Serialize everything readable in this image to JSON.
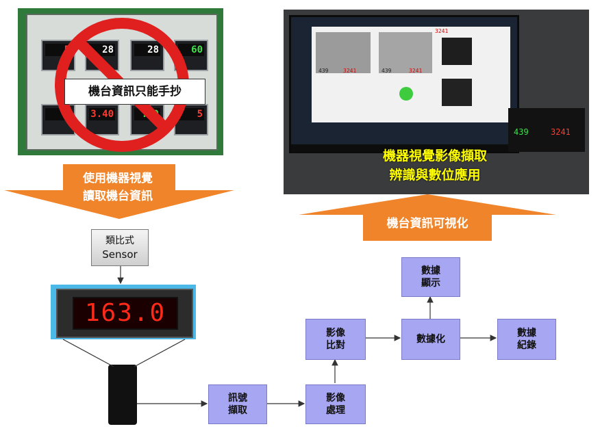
{
  "banners": {
    "no_handwrite": "機台資訊只能手抄",
    "use_vision": [
      "使用機器視覺",
      "讀取機台資訊"
    ],
    "visualize": "機台資訊可視化",
    "vision_capture": [
      "機器視覺影像擷取",
      "辨識與數位應用"
    ]
  },
  "sensor": {
    "line1": "類比式",
    "line2": "Sensor"
  },
  "lcd_reading": "163.0",
  "panel_readings": {
    "r1": "28",
    "r2": "28",
    "r3": "60",
    "r4": "3.40",
    "r5": ":00",
    "r6": "5"
  },
  "monitor_readings": {
    "a": "439",
    "b": "3241",
    "c": "439",
    "d": "3241",
    "e": "3241"
  },
  "meter_readings": {
    "left": "439",
    "right": "3241"
  },
  "nodes": {
    "signal": "訊號\n擷取",
    "image_proc": "影像\n處理",
    "image_cmp": "影像\n比對",
    "digitize": "數據化",
    "display": "數據\n顯示",
    "record": "數據\n紀錄"
  },
  "colors": {
    "arrow_orange": "#f0842a",
    "node_fill": "#a7a6f2",
    "sign_red": "#e01f1f"
  }
}
